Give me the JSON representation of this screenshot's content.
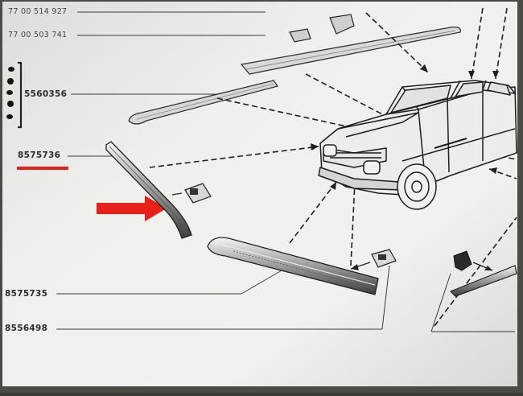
{
  "part_numbers": {
    "top_1": "77 00 514 927",
    "top_2": "77 00 503 741",
    "group": "5560356",
    "highlighted": "8575736",
    "moulding": "8575735",
    "clip": "8556498"
  },
  "colors": {
    "paper": "#e9e9e6",
    "ink": "#2b2b2b",
    "highlight": "#e8201a"
  }
}
